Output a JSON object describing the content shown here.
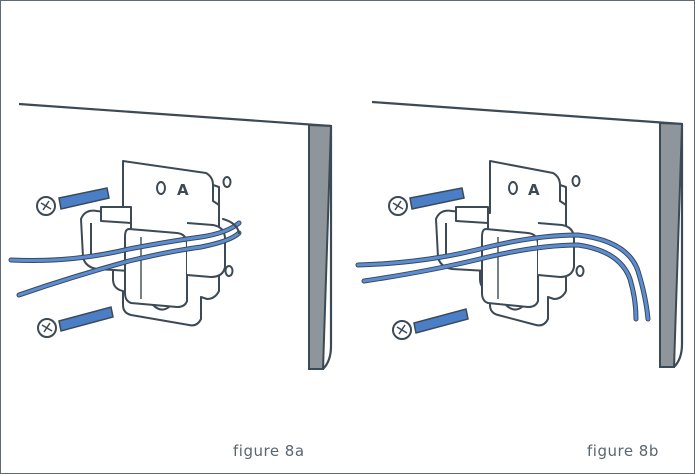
{
  "captions": {
    "a": "figure 8a",
    "b": "figure 8b"
  },
  "bracket_mark": "A",
  "colors": {
    "outline": "#3c4a55",
    "screw_blue": "#4a7fc7",
    "wire_blue": "#5b8dd6",
    "wall_edge": "#8e969c",
    "caption": "#5a6670"
  }
}
